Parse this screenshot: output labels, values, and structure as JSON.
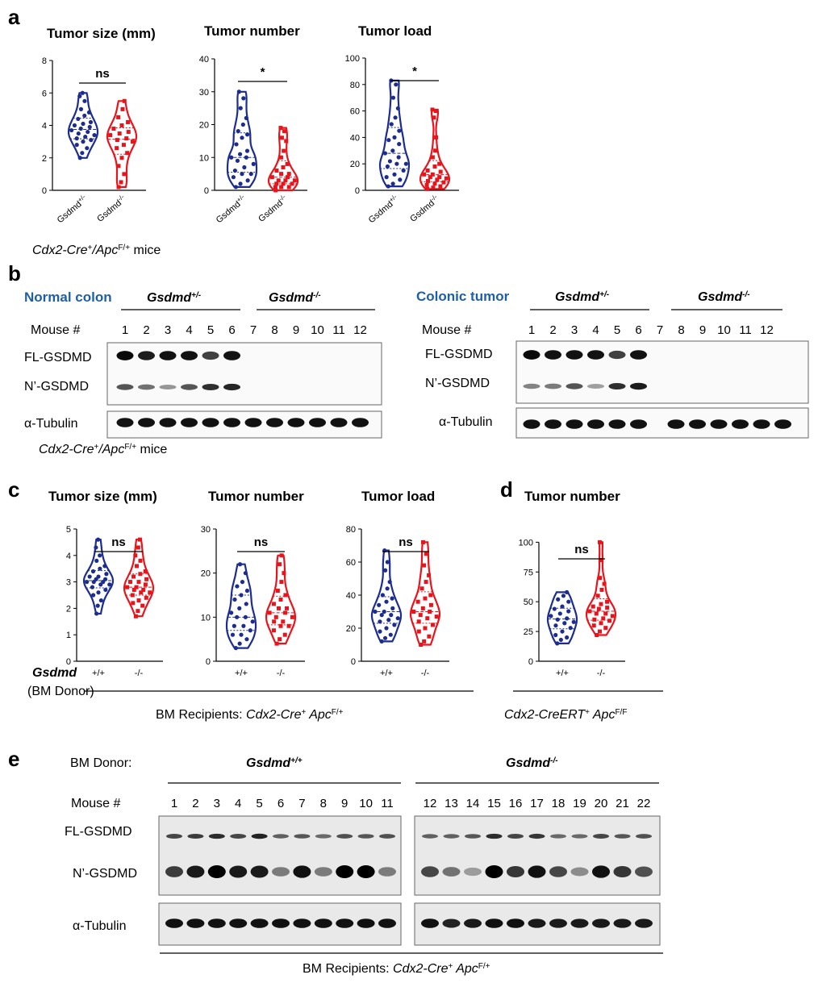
{
  "colors": {
    "blue": "#1c2d8f",
    "red": "#e8141c",
    "heading_blue": "#1f5fa8"
  },
  "panels": {
    "a": {
      "letter": "a",
      "genotype_line": {
        "prefix": "Cdx2-Cre",
        "sup1": "+",
        "mid": "/Apc",
        "sup2": "F/+",
        "suffix": " mice"
      },
      "plots": [
        {
          "title": "Tumor size (mm)",
          "sig": "ns",
          "ticks": [
            "0",
            "2",
            "4",
            "6",
            "8"
          ]
        },
        {
          "title": "Tumor number",
          "sig": "*",
          "ticks": [
            "0",
            "10",
            "20",
            "30",
            "40"
          ]
        },
        {
          "title": "Tumor load",
          "sig": "*",
          "ticks": [
            "0",
            "20",
            "40",
            "60",
            "80",
            "100"
          ]
        }
      ],
      "x_categories": [
        {
          "base": "Gsdmd",
          "sup": "+/-"
        },
        {
          "base": "Gsdmd",
          "sup": "-/-"
        }
      ]
    },
    "b": {
      "letter": "b",
      "left": {
        "heading": "Normal colon",
        "group1": {
          "base": "Gsdmd",
          "sup": "+/-"
        },
        "group2": {
          "base": "Gsdmd",
          "sup": "-/-"
        },
        "mouse_label": "Mouse #",
        "lanes": [
          "1",
          "2",
          "3",
          "4",
          "5",
          "6",
          "7",
          "8",
          "9",
          "10",
          "11",
          "12"
        ],
        "row1": "FL-GSDMD",
        "row2": "N’-GSDMD",
        "row3": "α-Tubulin",
        "footer": {
          "prefix": "Cdx2-Cre",
          "sup1": "+",
          "mid": "/Apc",
          "sup2": "F/+",
          "suffix": " mice"
        }
      },
      "right": {
        "heading": "Colonic tumor",
        "group1": {
          "base": "Gsdmd",
          "sup": "+/-"
        },
        "group2": {
          "base": "Gsdmd",
          "sup": "-/-"
        },
        "mouse_label": "Mouse #",
        "lanes": [
          "1",
          "2",
          "3",
          "4",
          "5",
          "6",
          "7",
          "8",
          "9",
          "10",
          "11",
          "12"
        ],
        "row1": "FL-GSDMD",
        "row2": "N’-GSDMD",
        "row3": "α-Tubulin"
      }
    },
    "c": {
      "letter": "c",
      "plots": [
        {
          "title": "Tumor size (mm)",
          "sig": "ns",
          "ticks": [
            "0",
            "1",
            "2",
            "3",
            "4",
            "5"
          ]
        },
        {
          "title": "Tumor number",
          "sig": "ns",
          "ticks": [
            "0",
            "10",
            "20",
            "30"
          ]
        },
        {
          "title": "Tumor load",
          "sig": "ns",
          "ticks": [
            "0",
            "20",
            "40",
            "60",
            "80"
          ]
        }
      ],
      "x_categories": [
        "+/+",
        "-/-"
      ],
      "gsdmd_label": "Gsdmd",
      "bm_donor_label": "(BM Donor)",
      "recipients": {
        "prefix": "BM Recipients: ",
        "gene": "Cdx2-Cre",
        "sup1": "+",
        "mid": " Apc",
        "sup2": "F/+"
      }
    },
    "d": {
      "letter": "d",
      "plot": {
        "title": "Tumor number",
        "sig": "ns",
        "ticks": [
          "0",
          "25",
          "50",
          "75",
          "100"
        ]
      },
      "x_categories": [
        "+/+",
        "-/-"
      ],
      "footer": {
        "gene": "Cdx2-CreERT",
        "sup1": "+",
        "mid": " Apc",
        "sup2": "F/F"
      }
    },
    "e": {
      "letter": "e",
      "bm_donor": "BM Donor:",
      "group1": {
        "base": "Gsdmd",
        "sup": "+/+"
      },
      "group2": {
        "base": "Gsdmd",
        "sup": "-/-"
      },
      "mouse_label": "Mouse #",
      "lanes_left": [
        "1",
        "2",
        "3",
        "4",
        "5",
        "6",
        "7",
        "8",
        "9",
        "10",
        "11"
      ],
      "lanes_right": [
        "12",
        "13",
        "14",
        "15",
        "16",
        "17",
        "18",
        "19",
        "20",
        "21",
        "22"
      ],
      "row1": "FL-GSDMD",
      "row2": "N’-GSDMD",
      "row3": "α-Tubulin",
      "recipients": {
        "prefix": "BM Recipients: ",
        "gene": "Cdx2-Cre",
        "sup1": "+",
        "mid": " Apc",
        "sup2": "F/+"
      }
    }
  },
  "chart_data": [
    {
      "panel": "a",
      "type": "violin",
      "title": "Tumor size (mm)",
      "ylim": [
        0,
        8
      ],
      "categories": [
        "Gsdmd+/-",
        "Gsdmd-/-"
      ],
      "series": [
        {
          "values": [
            2.0,
            2.3,
            2.6,
            2.8,
            3.0,
            3.1,
            3.2,
            3.3,
            3.4,
            3.5,
            3.6,
            3.7,
            3.8,
            3.9,
            4.0,
            4.1,
            4.2,
            4.4,
            4.6,
            4.8,
            5.0,
            5.5,
            5.8,
            6.0
          ]
        },
        {
          "values": [
            0.2,
            0.5,
            1.0,
            1.5,
            2.0,
            2.3,
            2.6,
            2.8,
            3.0,
            3.1,
            3.2,
            3.4,
            3.5,
            3.6,
            3.8,
            4.0,
            4.2,
            4.5,
            5.0,
            5.5
          ]
        }
      ],
      "significance": "ns"
    },
    {
      "panel": "a",
      "type": "violin",
      "title": "Tumor number",
      "ylim": [
        0,
        40
      ],
      "categories": [
        "Gsdmd+/-",
        "Gsdmd-/-"
      ],
      "series": [
        {
          "values": [
            1,
            2,
            3,
            4,
            5,
            5,
            6,
            7,
            8,
            9,
            10,
            10,
            11,
            12,
            14,
            16,
            17,
            18,
            20,
            22,
            25,
            28,
            30
          ]
        },
        {
          "values": [
            0,
            1,
            1,
            1,
            2,
            2,
            2,
            3,
            3,
            3,
            4,
            4,
            5,
            5,
            6,
            7,
            8,
            10,
            12,
            15,
            16,
            18,
            19
          ]
        }
      ],
      "significance": "*"
    },
    {
      "panel": "a",
      "type": "violin",
      "title": "Tumor load",
      "ylim": [
        0,
        100
      ],
      "categories": [
        "Gsdmd+/-",
        "Gsdmd-/-"
      ],
      "series": [
        {
          "values": [
            3,
            5,
            8,
            10,
            12,
            15,
            18,
            20,
            20,
            22,
            25,
            28,
            30,
            35,
            38,
            40,
            45,
            50,
            55,
            62,
            70,
            80,
            83
          ]
        },
        {
          "values": [
            1,
            2,
            3,
            4,
            5,
            6,
            7,
            8,
            9,
            10,
            10,
            12,
            12,
            14,
            15,
            18,
            20,
            25,
            30,
            40,
            55,
            60,
            61
          ]
        }
      ],
      "significance": "*"
    },
    {
      "panel": "c",
      "type": "violin",
      "title": "Tumor size (mm)",
      "ylim": [
        0,
        5
      ],
      "categories": [
        "+/+",
        "-/-"
      ],
      "series": [
        {
          "values": [
            1.8,
            2.1,
            2.3,
            2.5,
            2.6,
            2.7,
            2.8,
            2.9,
            2.9,
            3.0,
            3.0,
            3.0,
            3.1,
            3.1,
            3.2,
            3.2,
            3.3,
            3.4,
            3.5,
            3.6,
            3.8,
            4.0,
            4.3,
            4.6
          ]
        },
        {
          "values": [
            1.7,
            1.9,
            2.1,
            2.2,
            2.3,
            2.4,
            2.5,
            2.6,
            2.6,
            2.7,
            2.7,
            2.8,
            2.8,
            2.9,
            3.0,
            3.0,
            3.1,
            3.2,
            3.3,
            3.4,
            3.6,
            3.8,
            4.0,
            4.3,
            4.6
          ]
        }
      ],
      "significance": "ns"
    },
    {
      "panel": "c",
      "type": "violin",
      "title": "Tumor number",
      "ylim": [
        0,
        30
      ],
      "categories": [
        "+/+",
        "-/-"
      ],
      "series": [
        {
          "values": [
            3,
            4,
            5,
            6,
            6,
            7,
            8,
            8,
            9,
            10,
            10,
            11,
            12,
            13,
            14,
            15,
            16,
            17,
            18,
            20,
            22
          ]
        },
        {
          "values": [
            4,
            5,
            6,
            7,
            8,
            8,
            9,
            9,
            10,
            10,
            11,
            11,
            12,
            12,
            13,
            14,
            15,
            16,
            18,
            20,
            22,
            24
          ]
        }
      ],
      "significance": "ns"
    },
    {
      "panel": "c",
      "type": "violin",
      "title": "Tumor load",
      "ylim": [
        0,
        80
      ],
      "categories": [
        "+/+",
        "-/-"
      ],
      "series": [
        {
          "values": [
            12,
            14,
            16,
            18,
            20,
            22,
            24,
            25,
            26,
            28,
            28,
            30,
            30,
            32,
            34,
            36,
            38,
            40,
            44,
            48,
            55,
            60,
            67
          ]
        },
        {
          "values": [
            10,
            12,
            15,
            18,
            20,
            22,
            24,
            26,
            27,
            28,
            30,
            30,
            32,
            34,
            36,
            38,
            40,
            44,
            48,
            52,
            58,
            65,
            72
          ]
        }
      ],
      "significance": "ns"
    },
    {
      "panel": "d",
      "type": "violin",
      "title": "Tumor number",
      "ylim": [
        0,
        105
      ],
      "categories": [
        "+/+",
        "-/-"
      ],
      "series": [
        {
          "values": [
            15,
            18,
            20,
            22,
            25,
            28,
            30,
            32,
            33,
            35,
            36,
            38,
            40,
            42,
            44,
            46,
            50,
            52,
            55,
            58
          ]
        },
        {
          "values": [
            22,
            25,
            28,
            30,
            32,
            34,
            35,
            36,
            38,
            40,
            40,
            42,
            44,
            45,
            46,
            48,
            50,
            55,
            60,
            65,
            70,
            85,
            100
          ]
        }
      ],
      "significance": "ns"
    }
  ],
  "blots": {
    "b_left": {
      "fl": [
        0.95,
        0.85,
        0.9,
        0.9,
        0.65,
        0.9,
        0,
        0,
        0,
        0,
        0,
        0
      ],
      "n": [
        0.55,
        0.4,
        0.2,
        0.55,
        0.75,
        0.8,
        0,
        0,
        0,
        0,
        0,
        0
      ],
      "tub": [
        0.9,
        0.9,
        0.9,
        0.9,
        0.9,
        0.9,
        0.9,
        0.9,
        0.9,
        0.9,
        0.9,
        0.9
      ]
    },
    "b_right": {
      "fl": [
        0.95,
        0.9,
        0.9,
        0.9,
        0.65,
        0.9,
        0,
        0,
        0,
        0,
        0,
        0
      ],
      "n": [
        0.3,
        0.35,
        0.55,
        0.15,
        0.75,
        0.85,
        0,
        0,
        0,
        0,
        0,
        0
      ],
      "tub": [
        0.9,
        0.9,
        0.9,
        0.9,
        0.9,
        0.9,
        0.9,
        0.9,
        0.9,
        0.9,
        0.9,
        0.9
      ]
    },
    "e_left": {
      "fl": [
        0.6,
        0.65,
        0.75,
        0.6,
        0.8,
        0.45,
        0.5,
        0.4,
        0.55,
        0.5,
        0.55
      ],
      "n": [
        0.65,
        0.85,
        1.0,
        0.85,
        0.85,
        0.3,
        0.9,
        0.3,
        1.0,
        1.0,
        0.3
      ],
      "tub": [
        0.9,
        0.9,
        0.9,
        0.9,
        0.9,
        0.9,
        0.9,
        0.9,
        0.9,
        0.9,
        0.9
      ]
    },
    "e_right": {
      "fl": [
        0.45,
        0.45,
        0.5,
        0.75,
        0.6,
        0.7,
        0.4,
        0.4,
        0.6,
        0.5,
        0.55
      ],
      "n": [
        0.6,
        0.35,
        0.1,
        1.0,
        0.7,
        0.9,
        0.6,
        0.2,
        0.9,
        0.7,
        0.55
      ],
      "tub": [
        0.9,
        0.8,
        0.85,
        0.9,
        0.9,
        0.85,
        0.85,
        0.85,
        0.85,
        0.85,
        0.85
      ]
    }
  }
}
